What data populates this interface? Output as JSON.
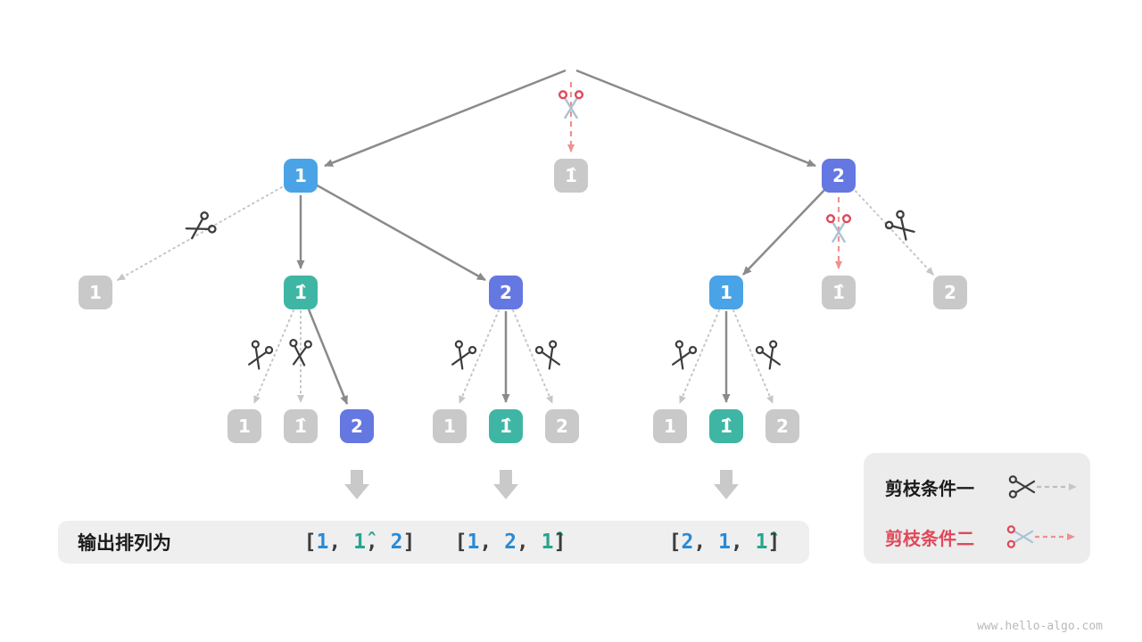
{
  "palette": {
    "blue": "#4aa3e6",
    "purple": "#6577e0",
    "teal": "#3fb6a3",
    "gray_node": "#c9c9c9",
    "red": "#e0485a",
    "arrow_gray": "#8a8a8a",
    "pruned_dotted": "#c6c6c6",
    "pruned_red_dash": "#ef918f"
  },
  "icons": {
    "prune_condition_1": "scissors-icon",
    "prune_condition_2": "red-scissors-icon",
    "result": "down-arrow-icon"
  },
  "nodes": [
    {
      "label": "1",
      "color": "blue",
      "level": 1
    },
    {
      "label": "1̂",
      "color": "gray",
      "level": 1,
      "pruned": "condition-2"
    },
    {
      "label": "2",
      "color": "purple",
      "level": 1
    },
    {
      "label": "1",
      "color": "gray",
      "level": 2,
      "pruned": "condition-1"
    },
    {
      "label": "1̂",
      "color": "teal",
      "level": 2
    },
    {
      "label": "2",
      "color": "purple",
      "level": 2
    },
    {
      "label": "1",
      "color": "blue",
      "level": 2
    },
    {
      "label": "1̂",
      "color": "gray",
      "level": 2,
      "pruned": "condition-2"
    },
    {
      "label": "2",
      "color": "gray",
      "level": 2,
      "pruned": "condition-1"
    },
    {
      "label": "1",
      "color": "gray",
      "level": 3,
      "pruned": "condition-1"
    },
    {
      "label": "1̂",
      "color": "gray",
      "level": 3,
      "pruned": "condition-1"
    },
    {
      "label": "2",
      "color": "purple",
      "level": 3
    },
    {
      "label": "1",
      "color": "gray",
      "level": 3,
      "pruned": "condition-1"
    },
    {
      "label": "1̂",
      "color": "teal",
      "level": 3
    },
    {
      "label": "2",
      "color": "gray",
      "level": 3,
      "pruned": "condition-1"
    },
    {
      "label": "1",
      "color": "gray",
      "level": 3,
      "pruned": "condition-1"
    },
    {
      "label": "1̂",
      "color": "teal",
      "level": 3
    },
    {
      "label": "2",
      "color": "gray",
      "level": 3,
      "pruned": "condition-1"
    }
  ],
  "output": {
    "title": "输出排列为",
    "perms": [
      {
        "p0": "[",
        "v1": "1",
        "p1": ", ",
        "v2": "1̂",
        "p2": ", ",
        "v3": "2",
        "p3": "]"
      },
      {
        "p0": "[",
        "v1": "1",
        "p1": ", ",
        "v2": "2",
        "p2": ", ",
        "v3": "1̂",
        "p3": "]"
      },
      {
        "p0": "[",
        "v1": "2",
        "p1": ", ",
        "v2": "1",
        "p2": ", ",
        "v3": "1̂",
        "p3": "]"
      }
    ]
  },
  "legend": {
    "item1": "剪枝条件一",
    "item2": "剪枝条件二"
  },
  "watermark": "www.hello-algo.com"
}
